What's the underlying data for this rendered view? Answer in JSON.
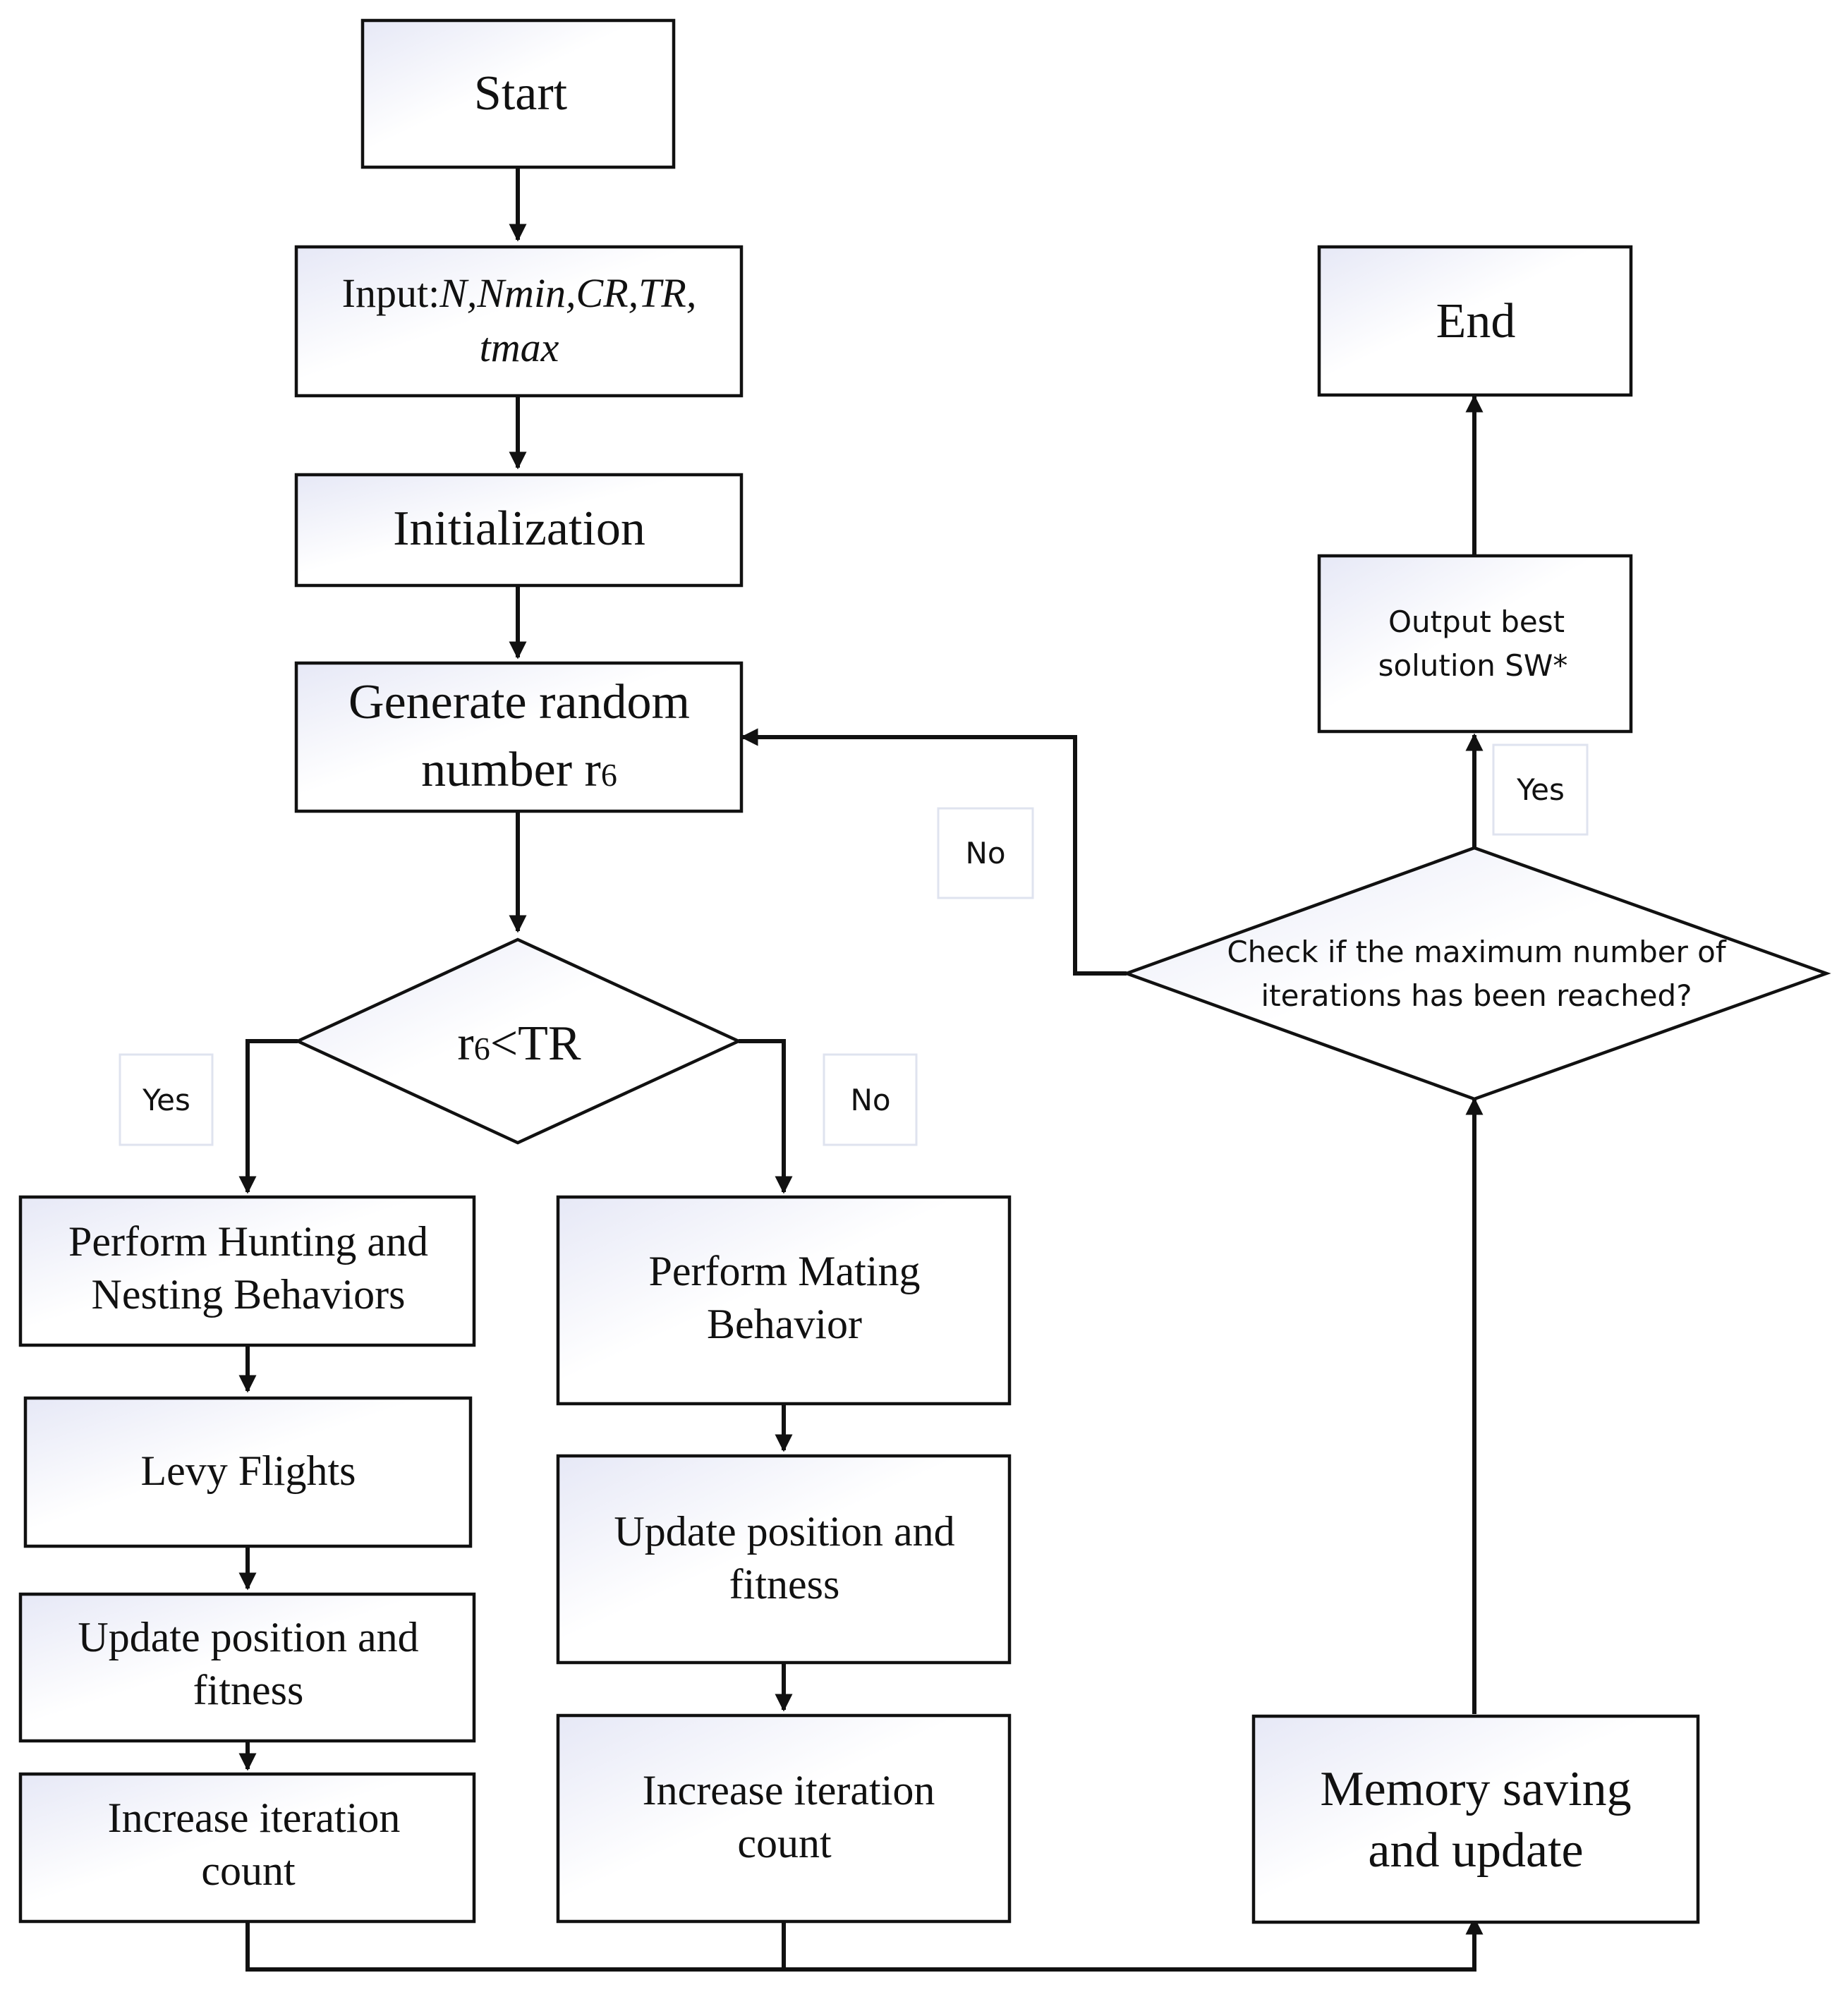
{
  "nodes": {
    "start": "Start",
    "input_prefix": "Input:",
    "input_vars": "N,Nmin,CR,TR,",
    "input_tmax": "tmax",
    "initialization": "Initialization",
    "generate_line1": "Generate random",
    "generate_line2_main": "number r",
    "generate_line2_sub": "6",
    "decision_r": "r",
    "decision_sub": "6",
    "decision_rest": "<TR",
    "hunting_line1": "Perform Hunting and",
    "hunting_line2": "Nesting Behaviors",
    "levy": "Levy Flights",
    "update_left_line1": "Update position and",
    "update_left_line2": "fitness",
    "increase_left_line1": "Increase iteration",
    "increase_left_line2": "count",
    "mating_line1": "Perform Mating",
    "mating_line2": "Behavior",
    "update_mid_line1": "Update position and",
    "update_mid_line2": "fitness",
    "increase_mid_line1": "Increase iteration",
    "increase_mid_line2": "count",
    "memory_line1": "Memory saving",
    "memory_line2": "and update",
    "check_line1": "Check if the maximum number of",
    "check_line2": "iterations has been reached?",
    "output_line1": "Output best",
    "output_line2": "solution SW*",
    "end": "End"
  },
  "labels": {
    "yes_left": "Yes",
    "no_mid": "No",
    "no_loop": "No",
    "yes_right": "Yes"
  },
  "colors": {
    "stroke": "#111111",
    "box_fill_light": "#ffffff",
    "box_fill_tint": "#e8eaf6",
    "label_border": "#dfe3ef"
  }
}
